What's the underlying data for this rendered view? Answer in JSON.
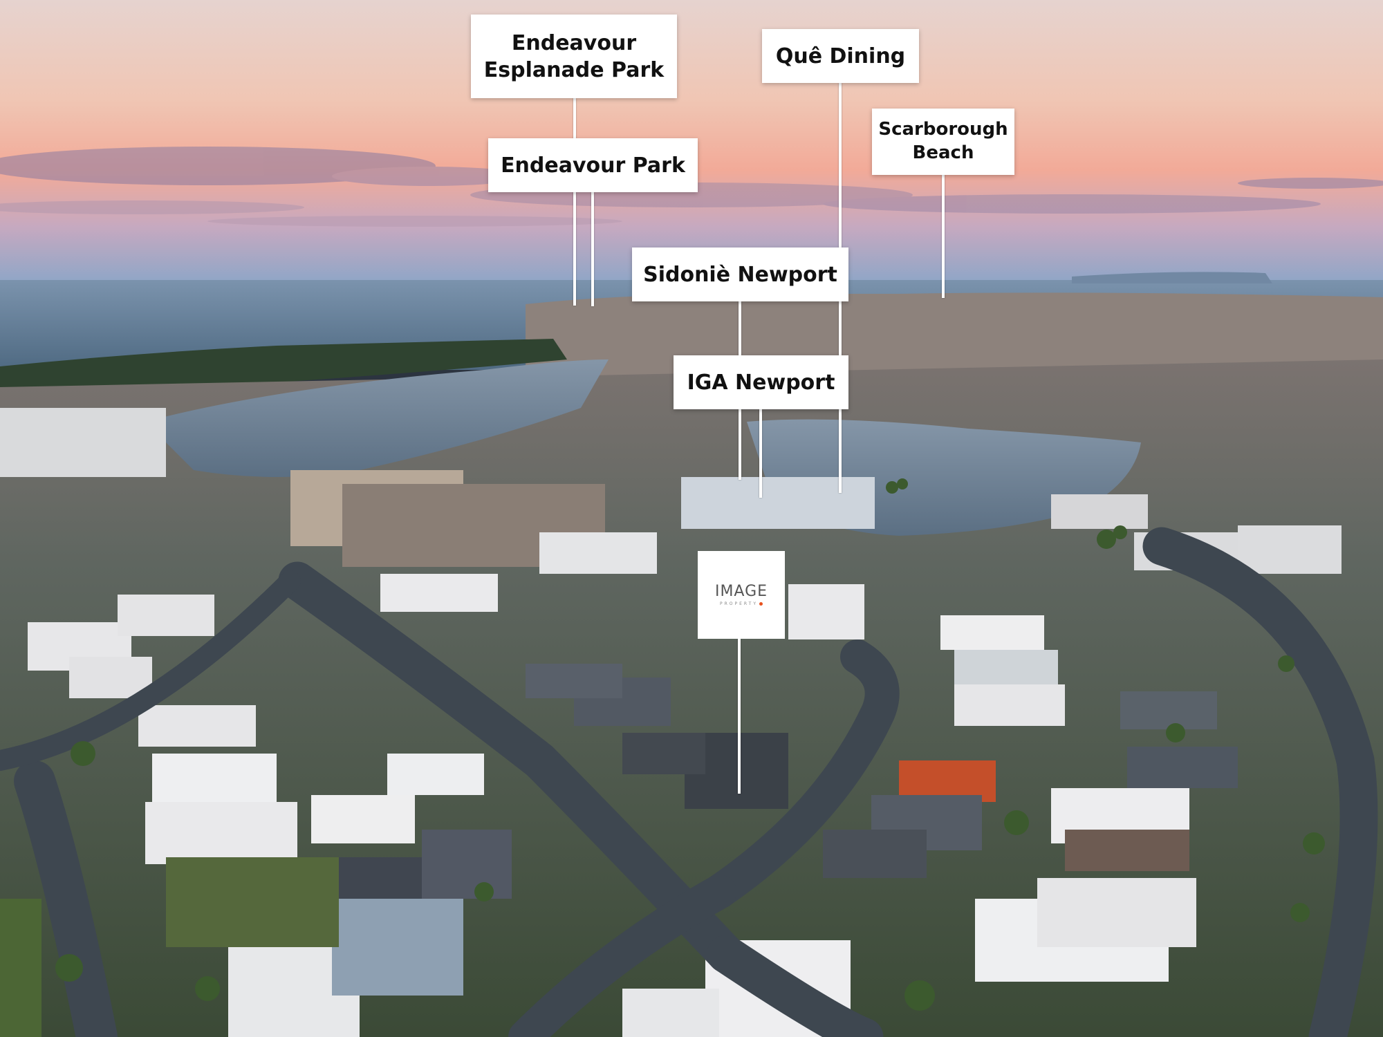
{
  "photo": {
    "description": "Aerial twilight view of a canal-side suburb with a bay and sunset sky",
    "colors": {
      "sky_top": "#e9d4cf",
      "sky_mid": "#f1b7a3",
      "sky_horizon": "#8fa6c8",
      "sea": "#5d7891",
      "canal": "#6e8294",
      "roads": "#3e464f",
      "roofs_light": "#eceef0",
      "roofs_dark": "#4c5560",
      "greenery": "#4f6b3c"
    }
  },
  "labels": {
    "endeavour_esplanade": "Endeavour\nEsplanade Park",
    "endeavour_park": "Endeavour Park",
    "que_dining": "Quê Dining",
    "scarborough": "Scarborough\nBeach",
    "sidonie": "Sidoniè Newport",
    "iga": "IGA Newport"
  },
  "logo": {
    "main": "IMAGE",
    "sub": "PROPERTY"
  }
}
